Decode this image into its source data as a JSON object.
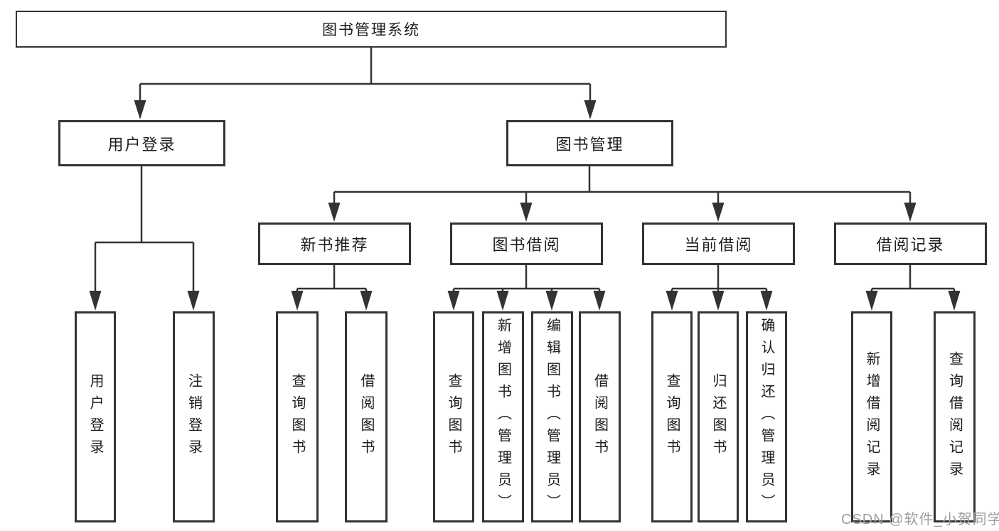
{
  "diagram": {
    "type": "hierarchy-tree",
    "colors": {
      "line": "#333333",
      "box_border": "#333333",
      "box_fill": "#ffffff",
      "text": "#1d1d1d",
      "watermark": "#9e9e9e",
      "background": "#ffffff"
    },
    "watermark": "CSDN @软件_小贺同学",
    "nodes": {
      "root": "图书管理系统",
      "user_login_branch": "用户登录",
      "book_mgmt_branch": "图书管理",
      "new_book_rec": "新书推荐",
      "book_borrow": "图书借阅",
      "current_borrow": "当前借阅",
      "borrow_record": "借阅记录",
      "leaf_user_login": "用户登录",
      "leaf_logout": "注销登录",
      "leaf_query_book_1": "查询图书",
      "leaf_borrow_book_1": "借阅图书",
      "leaf_query_book_2": "查询图书",
      "leaf_add_book": "新增图书（管理员）",
      "leaf_edit_book": "编辑图书（管理员）",
      "leaf_borrow_book_2": "借阅图书",
      "leaf_query_book_3": "查询图书",
      "leaf_return_book": "归还图书",
      "leaf_confirm_return": "确认归还（管理员）",
      "leaf_add_record": "新增借阅记录",
      "leaf_query_record": "查询借阅记录"
    },
    "hierarchy": {
      "图书管理系统": {
        "用户登录": [
          "用户登录",
          "注销登录"
        ],
        "图书管理": {
          "新书推荐": [
            "查询图书",
            "借阅图书"
          ],
          "图书借阅": [
            "查询图书",
            "新增图书（管理员）",
            "编辑图书（管理员）",
            "借阅图书"
          ],
          "当前借阅": [
            "查询图书",
            "归还图书",
            "确认归还（管理员）"
          ],
          "借阅记录": [
            "新增借阅记录",
            "查询借阅记录"
          ]
        }
      }
    }
  }
}
